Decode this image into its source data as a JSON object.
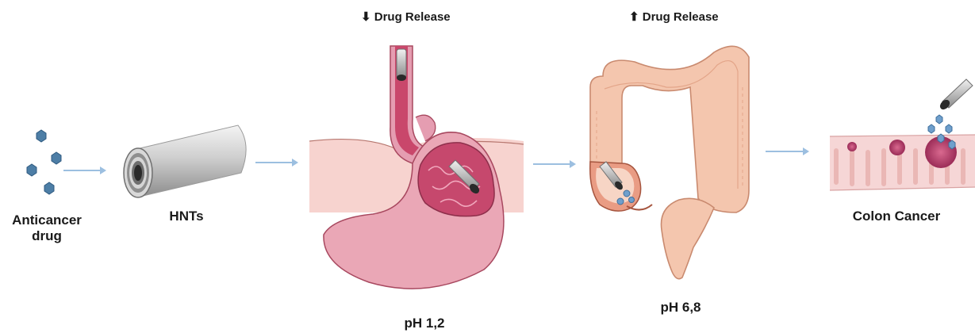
{
  "labels": {
    "anticancer_drug": "Anticancer drug",
    "hnts": "HNTs",
    "stomach_header_arrow": "⬇",
    "stomach_header": "Drug Release",
    "stomach_ph": "pH 1,2",
    "colon_header_arrow": "⬆",
    "colon_header": "Drug Release",
    "colon_ph": "pH 6,8",
    "colon_cancer": "Colon Cancer"
  },
  "colors": {
    "arrow": "#9cbfe0",
    "drug_crystal": "#4d7ea6",
    "stomach_tissue": "#e9a6b4",
    "stomach_inner": "#c04a6e",
    "colon_tissue": "#f4c9b0",
    "tumor": "#b83a6a",
    "nanotube": "#b8b8b8"
  }
}
